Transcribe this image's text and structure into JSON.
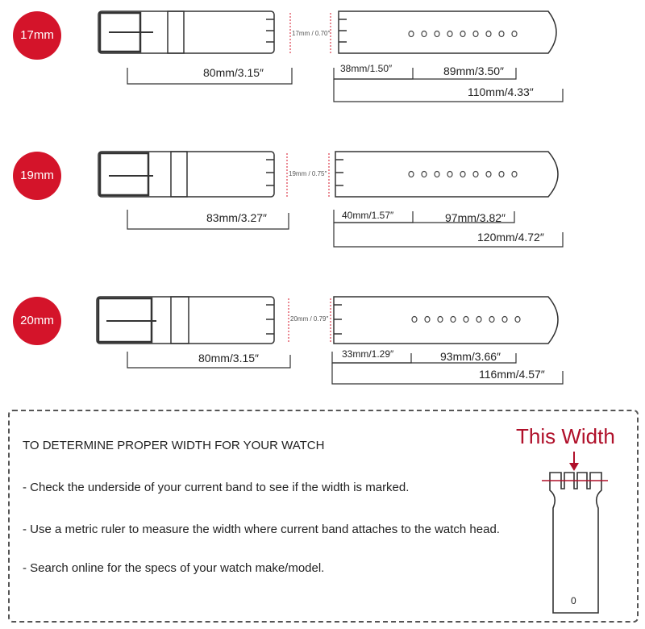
{
  "bands": [
    {
      "size": "17mm",
      "width_label": "17mm / 0.70″",
      "short_length": "80mm/3.15″",
      "tip_length": "38mm/1.50″",
      "holes_length": "89mm/3.50″",
      "long_length": "110mm/4.33″"
    },
    {
      "size": "19mm",
      "width_label": "19mm / 0.75″",
      "short_length": "83mm/3.27″",
      "tip_length": "40mm/1.57″",
      "holes_length": "97mm/3.82″",
      "long_length": "120mm/4.72″"
    },
    {
      "size": "20mm",
      "width_label": "20mm / 0.79″",
      "short_length": "80mm/3.15″",
      "tip_length": "33mm/1.29″",
      "holes_length": "93mm/3.66″",
      "long_length": "116mm/4.57″"
    }
  ],
  "info": {
    "heading": "TO DETERMINE PROPER WIDTH FOR YOUR WATCH",
    "items": [
      "- Check the underside of your current band to see if the width is marked.",
      "- Use a metric ruler to measure the width where current band attaches to the watch head.",
      "- Search online for the specs of your watch make/model."
    ],
    "callout": "This Width",
    "hole_mark": "0"
  },
  "colors": {
    "badge": "#d4142a",
    "callout": "#b0102a",
    "outline": "#333333"
  }
}
